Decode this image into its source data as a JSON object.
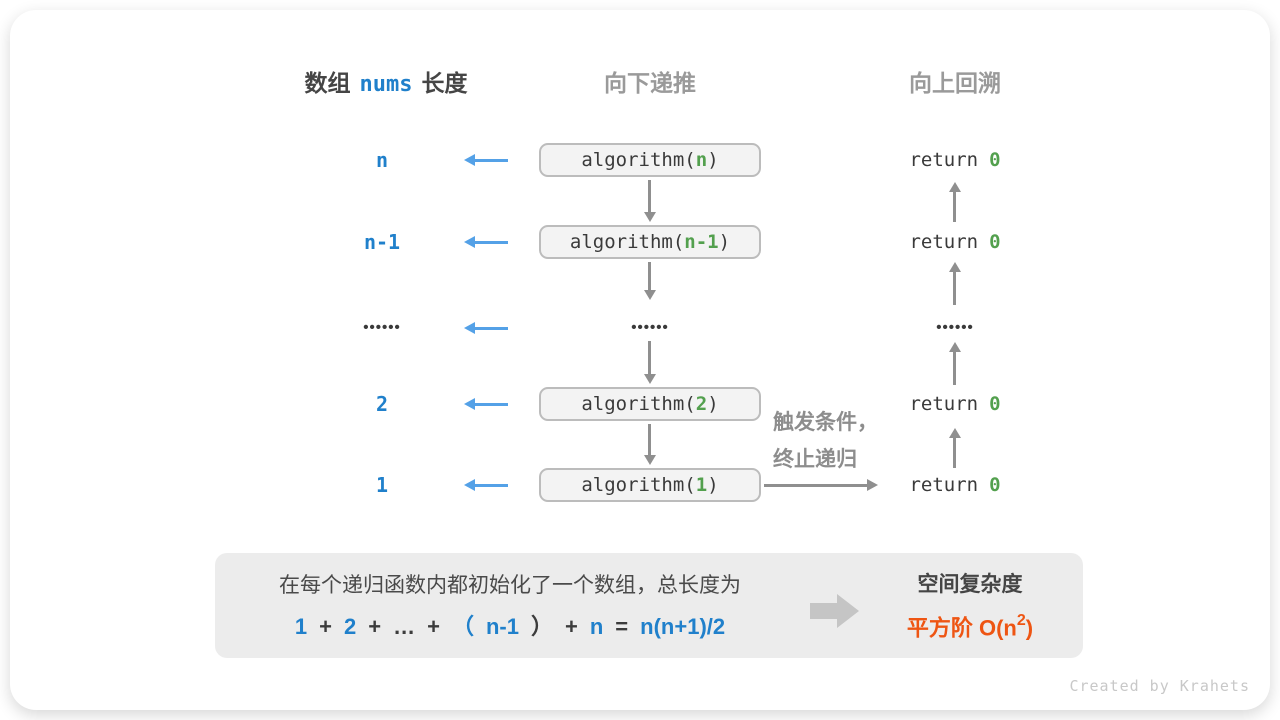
{
  "header": {
    "left_pre": "数组",
    "left_code": "nums",
    "left_post": "长度",
    "mid": "向下递推",
    "right": "向上回溯"
  },
  "rows": [
    {
      "length": "n",
      "call_prefix": "algorithm(",
      "call_arg": "n",
      "call_suffix": ")",
      "return_kw": "return",
      "return_val": "0"
    },
    {
      "length": "n-1",
      "call_prefix": "algorithm(",
      "call_arg": "n-1",
      "call_suffix": ")",
      "return_kw": "return",
      "return_val": "0"
    },
    {
      "length": "••••••",
      "call_ellipsis": "••••••",
      "return_ellipsis": "••••••"
    },
    {
      "length": "2",
      "call_prefix": "algorithm(",
      "call_arg": "2",
      "call_suffix": ")",
      "return_kw": "return",
      "return_val": "0"
    },
    {
      "length": "1",
      "call_prefix": "algorithm(",
      "call_arg": "1",
      "call_suffix": ")",
      "return_kw": "return",
      "return_val": "0"
    }
  ],
  "trigger_note": {
    "line1": "触发条件，",
    "line2": "终止递归"
  },
  "summary": {
    "line1": "在每个递归函数内都初始化了一个数组，总长度为",
    "formula": [
      {
        "t": "1",
        "c": "f-blue"
      },
      {
        "t": "+",
        "c": "f-dark"
      },
      {
        "t": "2",
        "c": "f-blue"
      },
      {
        "t": "+",
        "c": "f-dark"
      },
      {
        "t": "…",
        "c": "f-dark"
      },
      {
        "t": "+",
        "c": "f-dark"
      },
      {
        "t": "（",
        "c": "f-blue"
      },
      {
        "t": "n-1",
        "c": "f-blue"
      },
      {
        "t": "）",
        "c": "f-dark"
      },
      {
        "t": "+",
        "c": "f-dark"
      },
      {
        "t": "n",
        "c": "f-blue"
      },
      {
        "t": "=",
        "c": "f-dark"
      },
      {
        "t": "n(n+1)/2",
        "c": "f-blue"
      }
    ],
    "complexity_title": "空间复杂度",
    "complexity_prefix": "平方阶 O(n",
    "complexity_sup": "2",
    "complexity_suffix": ")"
  },
  "watermark": "Created by Krahets",
  "colors": {
    "blue_text": "#2080cb",
    "blue_arrow": "#54a1e7",
    "green_value": "#53a04e",
    "orange_complexity": "#ee5513",
    "gray_arrow": "#8f8f8f",
    "box_fill": "#f3f3f3",
    "box_border": "#bcbcbc",
    "panel_fill": "#ececec"
  }
}
